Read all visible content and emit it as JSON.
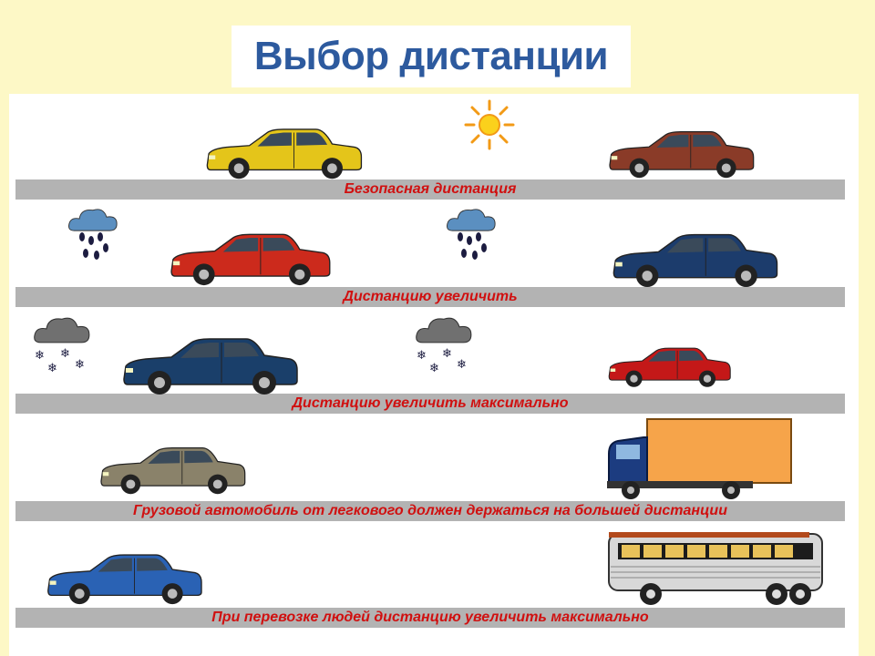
{
  "title": "Выбор дистанции",
  "rows": [
    {
      "label": "Безопасная дистанция",
      "weather": "sun-icon"
    },
    {
      "label": "Дистанцию увеличить",
      "weather": "rain-cloud-icon"
    },
    {
      "label": "Дистанцию увеличить максимально",
      "weather": "snow-cloud-icon"
    },
    {
      "label": "Грузовой автомобиль от легкового должен держаться на большей дистанции",
      "weather": ""
    },
    {
      "label": "При перевозке людей дистанцию увеличить максимально",
      "weather": ""
    }
  ],
  "colors": {
    "background": "#fdf8c6",
    "title": "#2d5a9e",
    "road": "#b3b3b3",
    "label": "#d01010"
  }
}
